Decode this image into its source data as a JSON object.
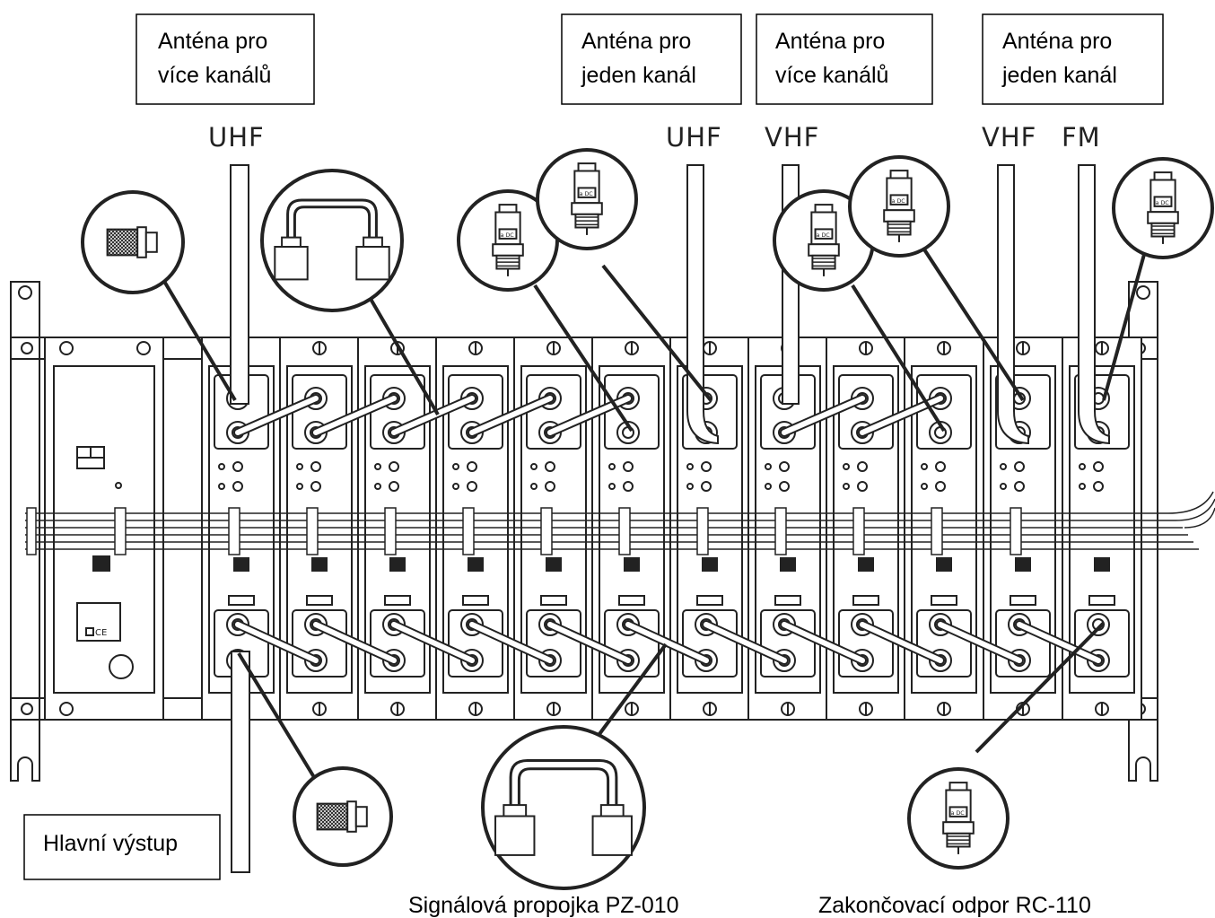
{
  "labels": {
    "antenna_multi_1": [
      "Anténa pro",
      "více kanálů"
    ],
    "antenna_single_1": [
      "Anténa pro",
      "jeden kanál"
    ],
    "antenna_multi_2": [
      "Anténa pro",
      "více kanálů"
    ],
    "antenna_single_2": [
      "Anténa pro",
      "jeden kanál"
    ],
    "main_output": "Hlavní výstup",
    "signal_jumper": "Signálová propojka PZ-010",
    "terminator": "Zakončovací odpor RC-110"
  },
  "bands": {
    "uhf_1": "UHF",
    "uhf_2": "UHF",
    "vhf_1": "VHF",
    "vhf_2": "VHF",
    "fm": "FM"
  },
  "connector_text": "a DC",
  "ce_mark": "CE"
}
